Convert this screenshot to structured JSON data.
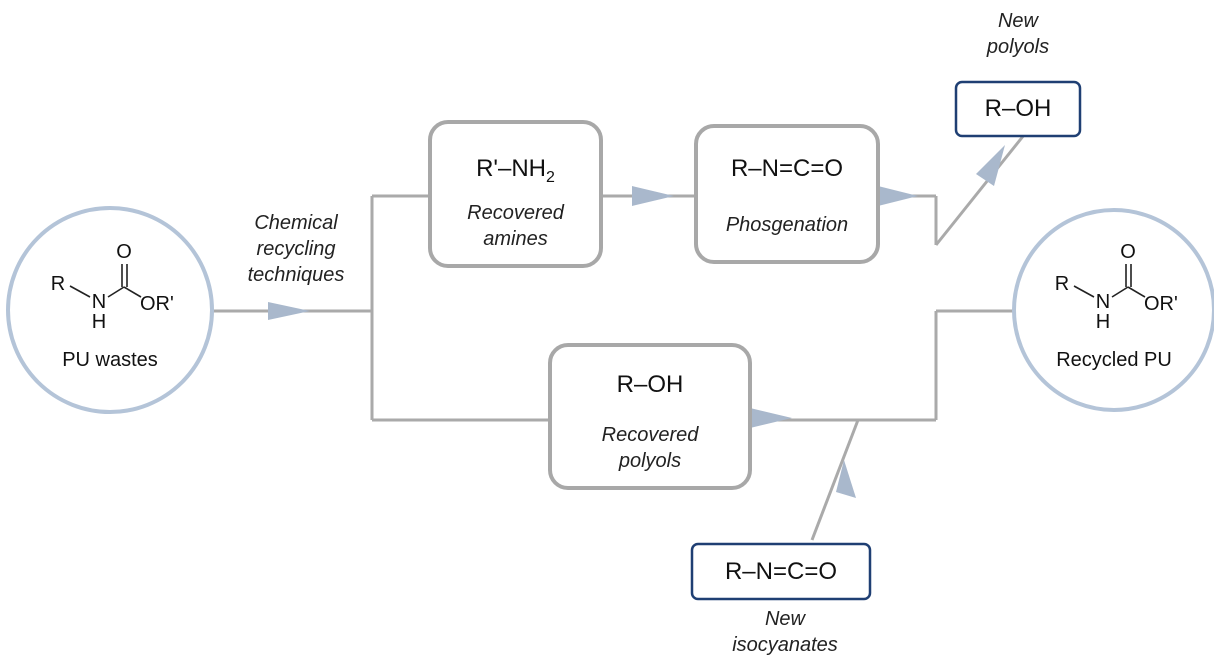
{
  "nodes": {
    "pu_wastes": {
      "label": "PU wastes",
      "struct_R": "R",
      "struct_N": "N",
      "struct_H": "H",
      "struct_O": "O",
      "struct_OR": "OR'"
    },
    "recycled_pu": {
      "label": "Recycled PU",
      "struct_R": "R",
      "struct_N": "N",
      "struct_H": "H",
      "struct_O": "O",
      "struct_OR": "OR'"
    },
    "recovered_amines": {
      "formula_main": "R'–NH",
      "formula_sub": "2",
      "caption_1": "Recovered",
      "caption_2": "amines"
    },
    "phosgenation": {
      "formula": "R–N=C=O",
      "caption": "Phosgenation"
    },
    "recovered_polyols": {
      "formula": "R–OH",
      "caption_1": "Recovered",
      "caption_2": "polyols"
    },
    "new_polyols": {
      "formula": "R–OH",
      "caption_1": "New",
      "caption_2": "polyols"
    },
    "new_isocyanates": {
      "formula": "R–N=C=O",
      "caption_1": "New",
      "caption_2": "isocyanates"
    }
  },
  "process_label": {
    "line_1": "Chemical",
    "line_2": "recycling",
    "line_3": "techniques"
  },
  "colors": {
    "connector": "#aaaaaa",
    "box_border": "#a8a8a8",
    "circle_border": "#b4c4d8",
    "arrow_fill": "#a9b8cc",
    "new_box_border": "#1f3f73"
  }
}
